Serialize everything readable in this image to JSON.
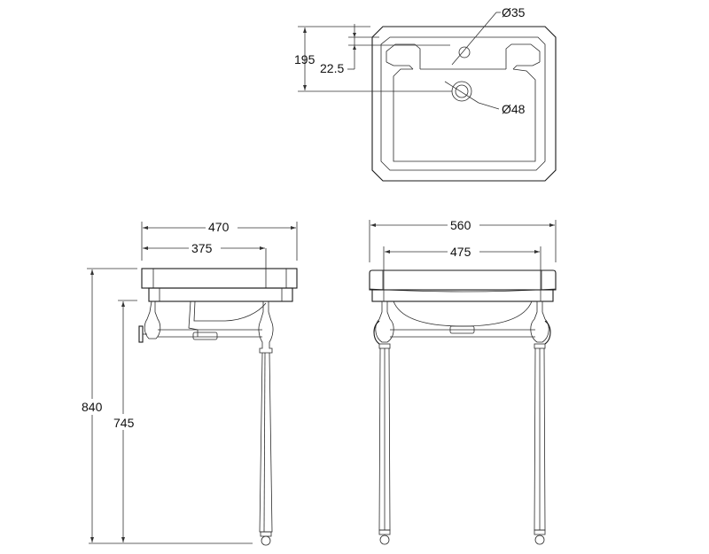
{
  "drawing": {
    "title": "Basin on wash stand - dimensioned drawing",
    "units": "mm",
    "plan_view": {
      "dimensions": {
        "overall_depth_to_waste": "195",
        "tap_hole_offset": "22.5",
        "tap_hole_diameter": "Ø35",
        "waste_diameter": "Ø48"
      }
    },
    "side_view": {
      "dimensions": {
        "overall_depth": "470",
        "leg_depth": "375",
        "overall_height": "840",
        "rim_to_floor_underside": "745"
      }
    },
    "front_view": {
      "dimensions": {
        "overall_width": "560",
        "leg_width": "475"
      }
    }
  }
}
